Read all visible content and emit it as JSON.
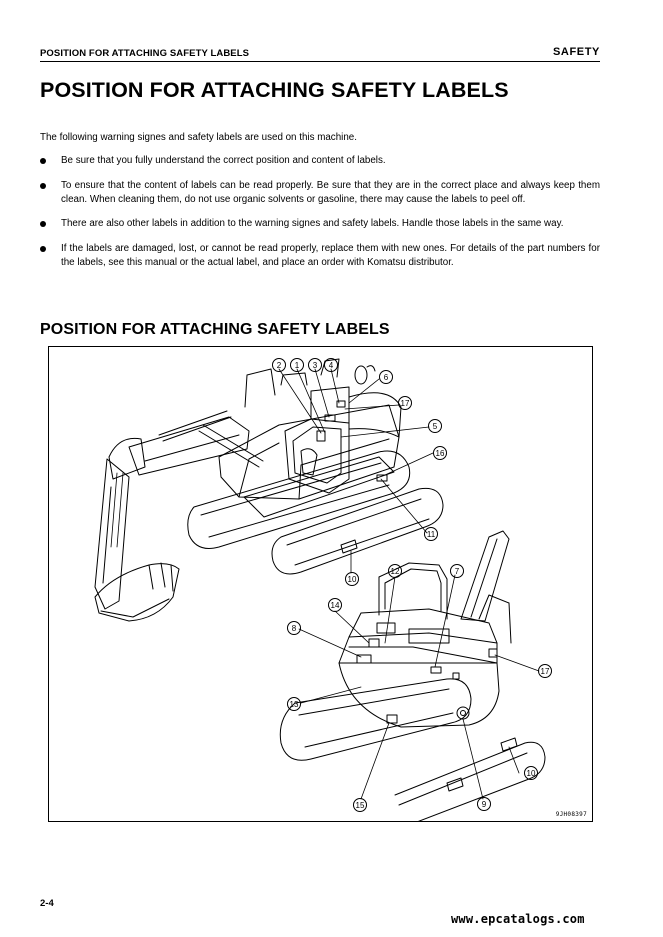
{
  "header": {
    "left_title": "POSITION FOR ATTACHING SAFETY LABELS",
    "right_title": "SAFETY"
  },
  "title": "POSITION FOR ATTACHING SAFETY LABELS",
  "intro": "The following warning signes and safety labels are used on this machine.",
  "bullets": [
    "Be sure that you fully understand the correct position and content of labels.",
    "To ensure that the content of labels can be read properly. Be sure that they are in the correct place and always keep them clean. When cleaning them, do not use organic solvents or gasoline, there may cause the labels to peel off.",
    "There are also other labels in addition to the warning signes and safety labels. Handle those labels in the same way.",
    "If the labels are damaged, lost, or cannot be read properly, replace them with new ones. For details of the part numbers for the labels, see this manual or the actual label, and place an order with Komatsu distributor."
  ],
  "section_title": "POSITION FOR ATTACHING SAFETY LABELS",
  "figure": {
    "code": "9JH08397",
    "callouts_upper": [
      "2",
      "1",
      "3",
      "4",
      "6",
      "17",
      "5",
      "16",
      "11",
      "10"
    ],
    "callouts_lower": [
      "12",
      "7",
      "14",
      "8",
      "17",
      "13",
      "9",
      "15",
      "10"
    ]
  },
  "footer": {
    "page_number": "2-4",
    "url": "www.epcatalogs.com"
  }
}
